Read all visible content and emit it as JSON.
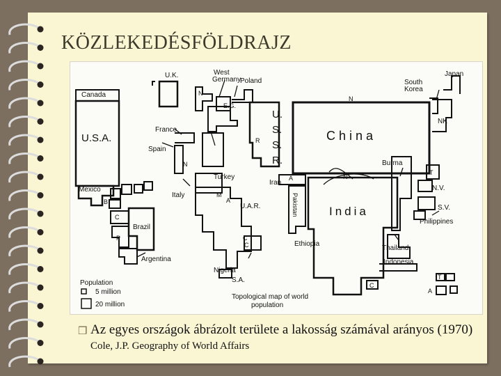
{
  "slide": {
    "title": "KÖZLEKEDÉSFÖLDRAJZ",
    "caption_main": "Az egyes országok ábrázolt területe a lakosság számával arányos (1970)",
    "caption_source": "Cole, J.P. Geography of World Affairs",
    "bullet_icon": "folded-page-bullet-icon"
  },
  "map": {
    "countries": {
      "uk": "U.K.",
      "west_germany_1": "West",
      "west_germany_2": "Germany",
      "poland": "Poland",
      "japan": "Japan",
      "south_korea_1": "South",
      "south_korea_2": "Korea",
      "canada": "Canada",
      "usa": "U.S.A.",
      "france": "France",
      "spain": "Spain",
      "ussr_u": "U.",
      "ussr_s1": "S.",
      "ussr_s2": "S.",
      "ussr_r": "R.",
      "china": "China",
      "burma": "Burma",
      "turkey": "Turkey",
      "iran": "Iran",
      "pakistan": "Pakistan",
      "india": "India",
      "mexico": "Mexico",
      "italy": "Italy",
      "uar": "U.A.R.",
      "brazil": "Brazil",
      "argentina": "Argentina",
      "ethiopia": "Ethiopia",
      "thailand": "Thailand",
      "indonesia": "Indonesia",
      "philippines": "Philippines",
      "sv": "S.V.",
      "nv": "N.V.",
      "nk": "NK",
      "nigeria": "Nigeria",
      "sa": "S.A."
    },
    "letters": [
      "N",
      "E.G.",
      "R",
      "A",
      "C",
      "M",
      "A",
      "B",
      "C",
      "P",
      "T",
      "N",
      "C",
      "A",
      "T",
      "N",
      "C",
      "N"
    ],
    "legend": {
      "title": "Population",
      "small": "5 million",
      "large": "20 million"
    },
    "map_title_1": "Topological map of world",
    "map_title_2": "population"
  }
}
